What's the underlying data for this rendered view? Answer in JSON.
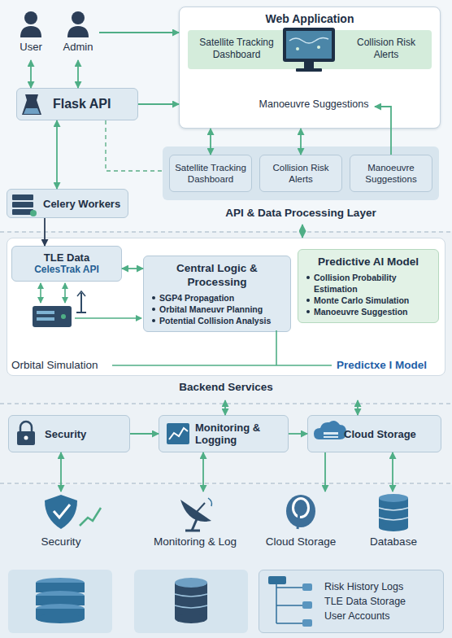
{
  "diagram": {
    "nodes": [
      {
        "text": [
          "User"
        ]
      },
      {
        "text": [
          "Admin"
        ]
      },
      {
        "text": [
          "Web Application"
        ]
      },
      {
        "text": [
          "Satellite Tracking Dashboard",
          "Collision Risk Alerts"
        ],
        "in": 2
      },
      {
        "text": [
          "Manoeuvre Suggestions"
        ],
        "in": 2
      },
      {
        "text": [
          "Flask API"
        ]
      },
      {
        "text": [
          "API & Data Processing Layer"
        ]
      },
      {
        "text": [
          "Satellite Tracking Dashboard"
        ],
        "in": 6
      },
      {
        "text": [
          "Collision Risk Alerts"
        ],
        "in": 6
      },
      {
        "text": [
          "Manoeuvre Suggestions"
        ],
        "in": 6
      },
      {
        "text": [
          "Celery Workers"
        ]
      },
      {
        "text": [
          "Backend Services"
        ]
      },
      {
        "text": [
          "TLE Data",
          "CelesTrak API"
        ],
        "in": 11
      },
      {
        "text": [
          "Central Logic & Processing",
          "SGP4 Propagation",
          "Orbital Maneuvr Planning",
          "Potential Collision Analysis"
        ],
        "in": 11
      },
      {
        "text": [
          "Predictive AI Model",
          "Collision Probability Estimation",
          "Monte Carlo Simulation",
          "Manoeuvre Suggestion"
        ],
        "in": 11
      },
      {
        "text": [
          "Security"
        ]
      },
      {
        "text": [
          "Monitoring & Logging"
        ]
      },
      {
        "text": [
          "Cloud Storage"
        ]
      },
      {
        "text": [
          "Security"
        ]
      },
      {
        "text": [
          "Monitoring & Log"
        ]
      },
      {
        "text": [
          "Cloud Storage"
        ]
      },
      {
        "text": [
          "Database"
        ]
      },
      {
        "text": [
          "Risk History Logs",
          "TLE Data Storage",
          "User Accounts"
        ]
      }
    ],
    "edges": [
      {
        "from": 0,
        "to": 5,
        "arrow": "both"
      },
      {
        "from": 1,
        "to": 5,
        "arrow": "both"
      },
      {
        "from": 1,
        "to": 2,
        "arrow": "to"
      },
      {
        "from": 5,
        "to": 2,
        "arrow": "to"
      },
      {
        "from": 5,
        "to": 10,
        "arrow": "both"
      },
      {
        "from": 5,
        "to": 6,
        "arrow": "none"
      },
      {
        "from": 2,
        "to": 7,
        "arrow": "both"
      },
      {
        "from": 2,
        "to": 8,
        "arrow": "both"
      },
      {
        "from": 9,
        "to": 4,
        "arrow": "to"
      },
      {
        "from": 10,
        "to": 12,
        "arrow": "to"
      },
      {
        "from": 6,
        "to": 11,
        "arrow": "both"
      },
      {
        "from": 12,
        "to": 13,
        "arrow": "both"
      },
      {
        "from": 11,
        "to": 16,
        "arrow": "both"
      },
      {
        "from": 11,
        "to": 17,
        "arrow": "both"
      },
      {
        "from": 15,
        "to": 16,
        "arrow": "to"
      },
      {
        "from": 16,
        "to": 17,
        "arrow": "to"
      },
      {
        "from": 15,
        "to": 18,
        "arrow": "both"
      },
      {
        "from": 16,
        "to": 19,
        "arrow": "both"
      },
      {
        "from": 17,
        "to": 20,
        "arrow": "to"
      },
      {
        "from": 17,
        "to": 21,
        "arrow": "both"
      }
    ],
    "labels": [
      "Orbital Simulation",
      "Predictxe I Model"
    ]
  }
}
